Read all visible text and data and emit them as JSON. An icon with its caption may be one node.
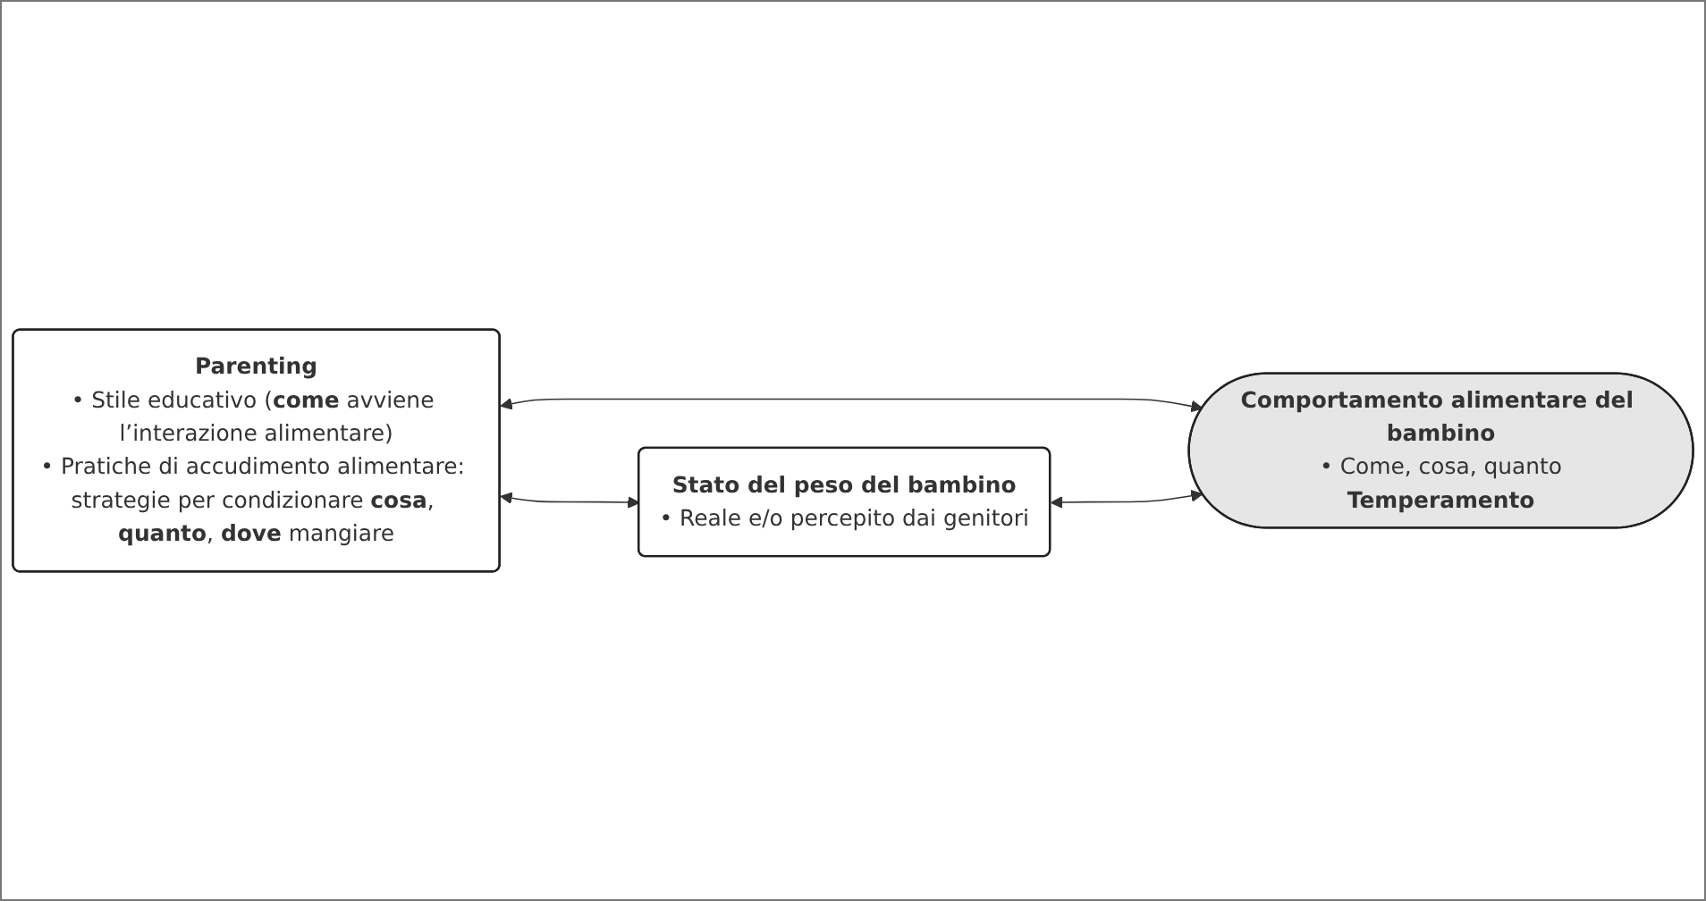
{
  "diagram": {
    "nodes": [
      {
        "text": [
          "Parenting",
          "• Stile educativo (**come** avviene l’interazione alimentare)",
          "• Pratiche di accudimento alimentare: strategie per condizionare **cosa**, **quanto**, **dove** mangiare"
        ]
      },
      {
        "text": [
          "Stato del peso del bambino",
          "• Reale e/o percepito dai genitori"
        ]
      },
      {
        "text": [
          "Comportamento alimentare del bambino",
          "• Come, cosa, quanto",
          "Temperamento"
        ]
      }
    ],
    "edges": [
      {
        "from": 0,
        "to": 1,
        "arrow": "both"
      },
      {
        "from": 0,
        "to": 2,
        "arrow": "both"
      },
      {
        "from": 1,
        "to": 2,
        "arrow": "both"
      }
    ]
  }
}
